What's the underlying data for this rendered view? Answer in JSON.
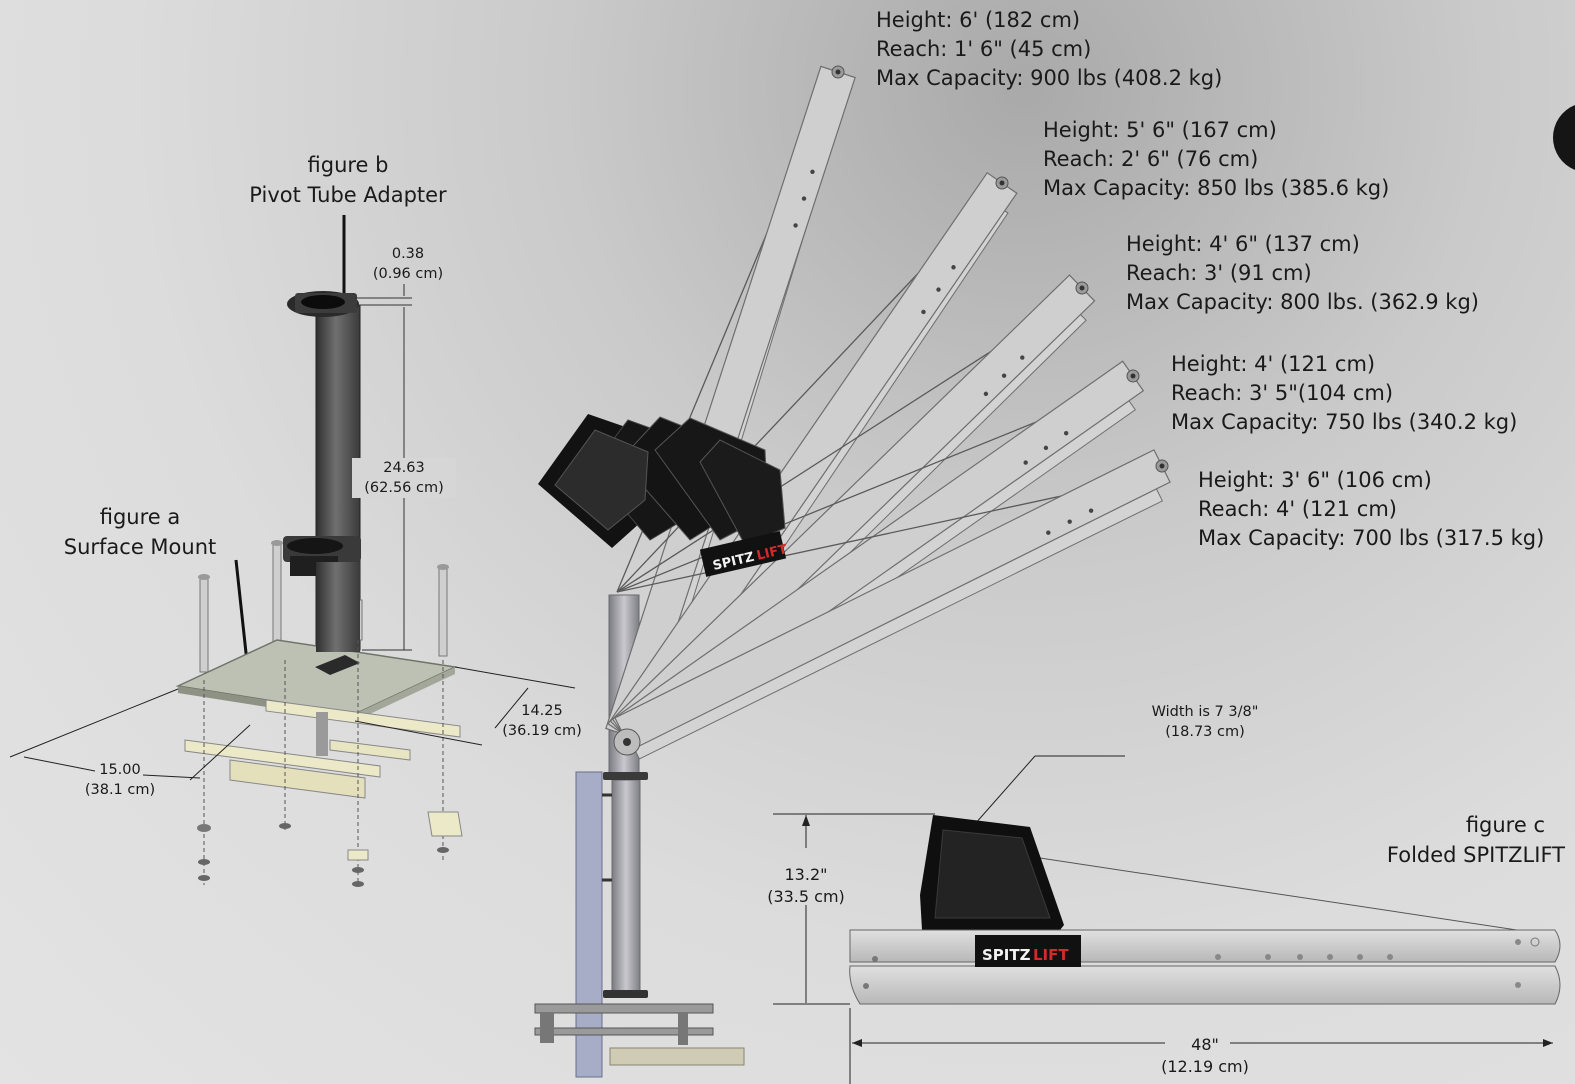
{
  "figures": {
    "b": {
      "label": "figure b",
      "name": "Pivot Tube Adapter"
    },
    "a": {
      "label": "figure a",
      "name": "Surface Mount"
    },
    "c": {
      "label": "figure c",
      "name": "Folded SPITZLIFT"
    }
  },
  "dimensions": {
    "tube_wall": {
      "in": "0.38",
      "cm": "(0.96 cm)"
    },
    "tube_height": {
      "in": "24.63",
      "cm": "(62.56 cm)"
    },
    "plate_depth": {
      "in": "14.25",
      "cm": "(36.19 cm)"
    },
    "plate_width": {
      "in": "15.00",
      "cm": "(38.1 cm)"
    },
    "folded_width": {
      "in": "Width is 7 3/8\"",
      "cm": "(18.73 cm)"
    },
    "folded_height": {
      "in": "13.2\"",
      "cm": "(33.5 cm)"
    },
    "folded_length": {
      "in": "48\"",
      "cm": "(12.19 cm)"
    }
  },
  "positions": [
    {
      "height": "Height: 6' (182 cm)",
      "reach": "Reach: 1' 6\" (45 cm)",
      "capacity": "Max Capacity: 900 lbs (408.2 kg)"
    },
    {
      "height": "Height: 5' 6\" (167 cm)",
      "reach": "Reach: 2' 6\" (76 cm)",
      "capacity": "Max Capacity: 850 lbs (385.6 kg)"
    },
    {
      "height": "Height: 4' 6\" (137 cm)",
      "reach": "Reach: 3' (91 cm)",
      "capacity": "Max Capacity: 800 lbs. (362.9 kg)"
    },
    {
      "height": "Height: 4' (121 cm)",
      "reach": "Reach: 3' 5\"(104 cm)",
      "capacity": "Max Capacity: 750 lbs (340.2 kg)"
    },
    {
      "height": "Height: 3' 6\" (106 cm)",
      "reach": "Reach: 4' (121 cm)",
      "capacity": "Max Capacity: 700 lbs (317.5 kg)"
    }
  ],
  "brand": {
    "logo_prefix": "SPITZ",
    "logo_suffix": "LIFT",
    "logo_prefix_color": "#f2f2f2",
    "logo_suffix_color": "#d42a2a"
  },
  "colors": {
    "arm": "#cfcfcf",
    "arm_edge": "#6e6e6e",
    "pad": "#121212",
    "tube": "#4a4a4a",
    "mast": "#a7a7ad",
    "rail": "#a7adc6",
    "plate": "#bcc1b4",
    "bracket": "#ece9c8"
  }
}
